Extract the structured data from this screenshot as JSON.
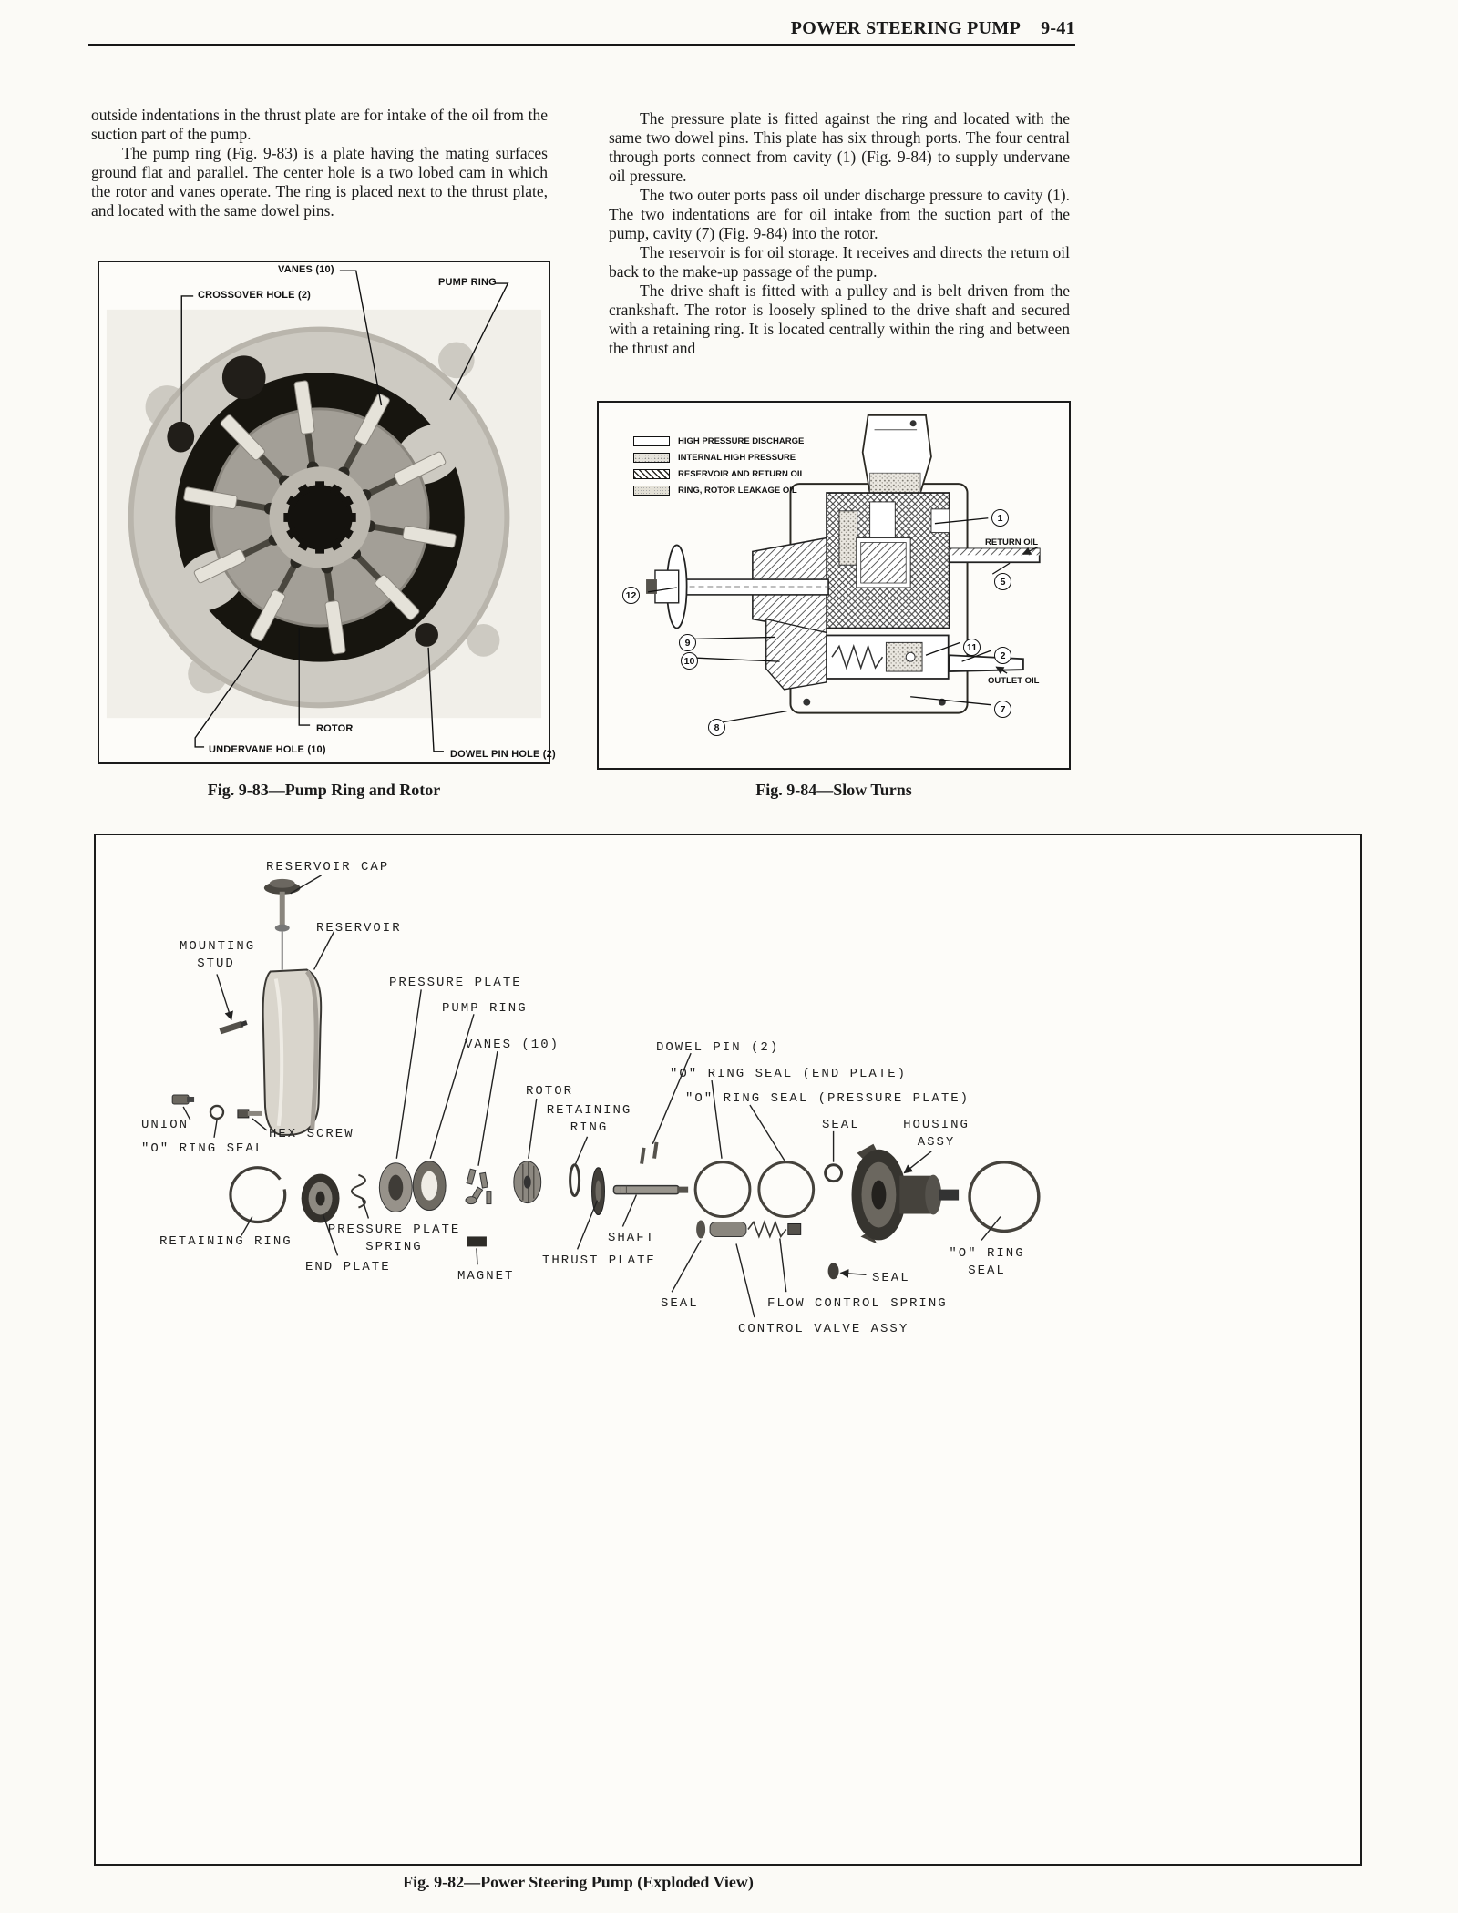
{
  "header": {
    "title": "POWER STEERING PUMP",
    "page_number": "9-41"
  },
  "columns": {
    "left": [
      "outside indentations in the thrust plate are for intake of the oil from the suction part of the pump.",
      "The pump ring (Fig. 9-83) is a plate having the mating surfaces ground flat and parallel. The center hole is a two lobed cam in which the rotor and vanes operate. The ring is placed next to the thrust plate, and located with the same dowel pins."
    ],
    "right": [
      "The pressure plate is fitted against the ring and located with the same two dowel pins. This plate has six through ports. The four central through ports connect from cavity (1) (Fig. 9-84) to supply undervane oil pressure.",
      "The two outer ports pass oil under discharge pressure to cavity (1). The two indentations are for oil intake from the suction part of the pump, cavity (7) (Fig. 9-84) into the rotor.",
      "The reservoir is for oil storage. It receives and directs the return oil back to the make-up passage of the pump.",
      "The drive shaft is fitted with a pulley and is belt driven from the crankshaft. The rotor is loosely splined to the drive shaft and secured with a retaining ring. It is located centrally within the ring and between the thrust and"
    ]
  },
  "fig83": {
    "caption": "Fig. 9-83—Pump Ring and Rotor",
    "labels": {
      "vanes": "VANES (10)",
      "pump_ring": "PUMP RING",
      "crossover_hole": "CROSSOVER HOLE (2)",
      "rotor": "ROTOR",
      "undervane_hole": "UNDERVANE HOLE (10)",
      "dowel_pin_hole": "DOWEL PIN HOLE (2)"
    }
  },
  "fig84": {
    "caption": "Fig. 9-84—Slow Turns",
    "legend": [
      "HIGH PRESSURE DISCHARGE",
      "INTERNAL HIGH PRESSURE",
      "RESERVOIR AND RETURN OIL",
      "RING, ROTOR LEAKAGE OIL"
    ],
    "labels": {
      "return_oil": "RETURN OIL",
      "outlet_oil": "OUTLET OIL"
    },
    "callouts": {
      "n1": "1",
      "n2": "2",
      "n5": "5",
      "n7": "7",
      "n8": "8",
      "n9": "9",
      "n10": "10",
      "n11": "11",
      "n12": "12"
    }
  },
  "fig82": {
    "caption": "Fig. 9-82—Power Steering Pump (Exploded View)",
    "labels": {
      "reservoir_cap": "RESERVOIR CAP",
      "reservoir": "RESERVOIR",
      "mounting_stud": "MOUNTING\nSTUD",
      "pressure_plate": "PRESSURE PLATE",
      "pump_ring": "PUMP RING",
      "vanes": "VANES (10)",
      "dowel_pin": "DOWEL PIN (2)",
      "rotor": "ROTOR",
      "oring_end_plate": "\"O\" RING SEAL (END PLATE)",
      "oring_pressure_plate": "\"O\" RING SEAL (PRESSURE PLATE)",
      "retaining_ring_center": "RETAINING\nRING",
      "seal_top": "SEAL",
      "housing_assy": "HOUSING\nASSY",
      "union": "UNION",
      "hex_screw": "HEX SCREW",
      "oring_left": "\"O\" RING SEAL",
      "retaining_ring_left": "RETAINING RING",
      "pressure_plate_spring": "PRESSURE PLATE\nSPRING",
      "end_plate": "END PLATE",
      "magnet": "MAGNET",
      "thrust_plate": "THRUST PLATE",
      "shaft": "SHAFT",
      "seal_bottom": "SEAL",
      "flow_control_spring": "FLOW CONTROL SPRING",
      "control_valve_assy": "CONTROL VALVE ASSY",
      "seal_right": "SEAL",
      "oring_right": "\"O\" RING\nSEAL"
    }
  }
}
